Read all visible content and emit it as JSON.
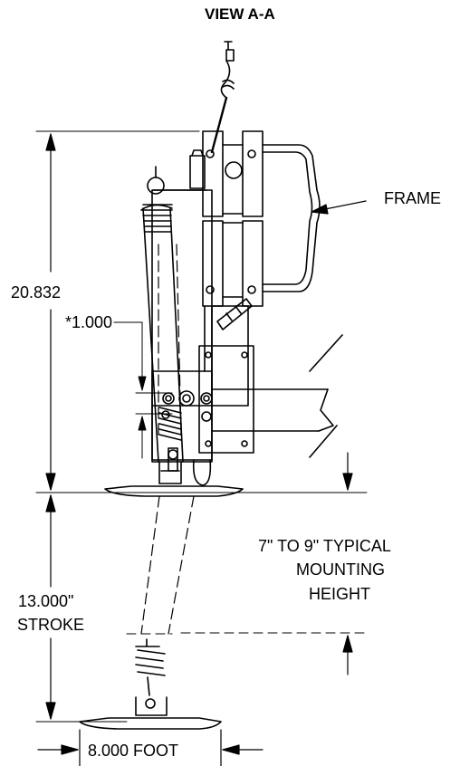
{
  "title": "VIEW A-A",
  "labels": {
    "frame": "FRAME",
    "overall_height": "20.832",
    "offset": "*1.000",
    "stroke_value": "13.000\"",
    "stroke_word": "STROKE",
    "mounting_line1": "7\" TO 9\" TYPICAL",
    "mounting_line2": "MOUNTING",
    "mounting_line3": "HEIGHT",
    "foot": "8.000 FOOT"
  }
}
